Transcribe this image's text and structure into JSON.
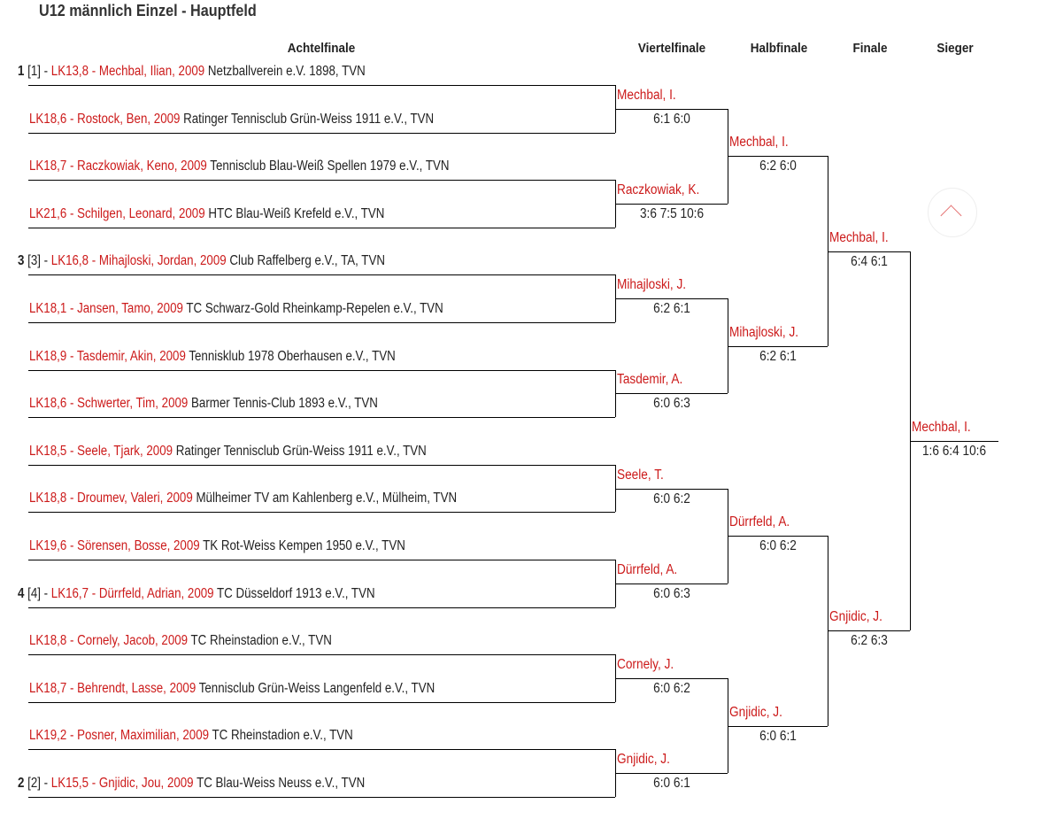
{
  "title": "U12 männlich Einzel - Hauptfeld",
  "rounds": [
    "Achtelfinale",
    "Viertelfinale",
    "Halbfinale",
    "Finale",
    "Sieger"
  ],
  "colors": {
    "accent": "#cc1a1a",
    "text": "#222222"
  },
  "players": [
    {
      "seed_no": "1",
      "seed": "[1] - ",
      "player": "LK13,8 - Mechbal, Ilian, 2009",
      "club": " Netzballverein e.V. 1898, TVN"
    },
    {
      "seed_no": "",
      "seed": "",
      "player": "LK18,6 - Rostock, Ben, 2009",
      "club": " Ratinger Tennisclub Grün-Weiss 1911 e.V., TVN"
    },
    {
      "seed_no": "",
      "seed": "",
      "player": "LK18,7 - Raczkowiak, Keno, 2009",
      "club": " Tennisclub Blau-Weiß Spellen 1979 e.V., TVN"
    },
    {
      "seed_no": "",
      "seed": "",
      "player": "LK21,6 - Schilgen, Leonard, 2009",
      "club": " HTC Blau-Weiß Krefeld e.V., TVN"
    },
    {
      "seed_no": "3",
      "seed": "[3] - ",
      "player": "LK16,8 - Mihajloski, Jordan, 2009",
      "club": " Club Raffelberg e.V., TA, TVN"
    },
    {
      "seed_no": "",
      "seed": "",
      "player": "LK18,1 - Jansen, Tamo, 2009",
      "club": " TC Schwarz-Gold Rheinkamp-Repelen e.V., TVN"
    },
    {
      "seed_no": "",
      "seed": "",
      "player": "LK18,9 - Tasdemir, Akin, 2009",
      "club": " Tennisklub 1978 Oberhausen e.V., TVN"
    },
    {
      "seed_no": "",
      "seed": "",
      "player": "LK18,6 - Schwerter, Tim, 2009",
      "club": " Barmer Tennis-Club 1893 e.V., TVN"
    },
    {
      "seed_no": "",
      "seed": "",
      "player": "LK18,5 - Seele, Tjark, 2009",
      "club": " Ratinger Tennisclub Grün-Weiss 1911 e.V., TVN"
    },
    {
      "seed_no": "",
      "seed": "",
      "player": "LK18,8 - Droumev, Valeri, 2009",
      "club": " Mülheimer TV am Kahlenberg e.V., Mülheim, TVN"
    },
    {
      "seed_no": "",
      "seed": "",
      "player": "LK19,6 - Sörensen, Bosse, 2009",
      "club": " TK Rot-Weiss Kempen 1950 e.V., TVN"
    },
    {
      "seed_no": "4",
      "seed": "[4] - ",
      "player": "LK16,7 - Dürrfeld, Adrian, 2009",
      "club": " TC Düsseldorf 1913 e.V., TVN"
    },
    {
      "seed_no": "",
      "seed": "",
      "player": "LK18,8 - Cornely, Jacob, 2009",
      "club": " TC Rheinstadion e.V., TVN"
    },
    {
      "seed_no": "",
      "seed": "",
      "player": "LK18,7 - Behrendt, Lasse, 2009",
      "club": " Tennisclub Grün-Weiss Langenfeld e.V., TVN"
    },
    {
      "seed_no": "",
      "seed": "",
      "player": "LK19,2 - Posner, Maximilian, 2009",
      "club": " TC Rheinstadion e.V., TVN"
    },
    {
      "seed_no": "2",
      "seed": "[2] - ",
      "player": "LK15,5 - Gnjidic, Jou, 2009",
      "club": " TC Blau-Weiss Neuss e.V., TVN"
    }
  ],
  "results": [
    [
      {
        "name": "Mechbal, I.",
        "score": "6:1 6:0"
      },
      {
        "name": "Raczkowiak, K.",
        "score": "3:6 7:5 10:6"
      },
      {
        "name": "Mihajloski, J.",
        "score": "6:2 6:1"
      },
      {
        "name": "Tasdemir, A.",
        "score": "6:0 6:3"
      },
      {
        "name": "Seele, T.",
        "score": "6:0 6:2"
      },
      {
        "name": "Dürrfeld, A.",
        "score": "6:0 6:3"
      },
      {
        "name": "Cornely, J.",
        "score": "6:0 6:2"
      },
      {
        "name": "Gnjidic, J.",
        "score": "6:0 6:1"
      }
    ],
    [
      {
        "name": "Mechbal, I.",
        "score": "6:2 6:0"
      },
      {
        "name": "Mihajloski, J.",
        "score": "6:2 6:1"
      },
      {
        "name": "Dürrfeld, A.",
        "score": "6:0 6:2"
      },
      {
        "name": "Gnjidic, J.",
        "score": "6:0 6:1"
      }
    ],
    [
      {
        "name": "Mechbal, I.",
        "score": "6:4 6:1"
      },
      {
        "name": "Gnjidic, J.",
        "score": "6:2 6:3"
      }
    ],
    [
      {
        "name": "Mechbal, I.",
        "score": "1:6 6:4 10:6"
      }
    ]
  ]
}
